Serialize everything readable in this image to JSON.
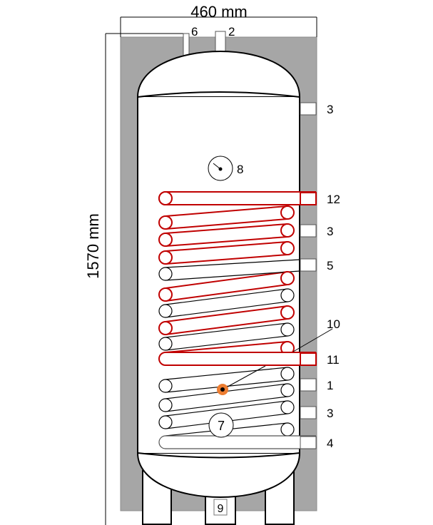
{
  "dimensions": {
    "width_label": "460 mm",
    "height_label": "1570 mm"
  },
  "labels": {
    "top_pipe_6": "6",
    "top_pipe_2": "2",
    "port_3_top": "3",
    "sensor_8": "8",
    "port_12": "12",
    "port_3_mid": "3",
    "port_5": "5",
    "leader_10": "10",
    "port_11": "11",
    "port_1": "1",
    "port_3_low": "3",
    "sensor_7": "7",
    "port_4": "4",
    "drain_9": "9"
  },
  "colors": {
    "insulation": "#a6a6a6",
    "solar_coil": "#c00000",
    "sensor": "#ed7d31",
    "outline": "#000000"
  }
}
